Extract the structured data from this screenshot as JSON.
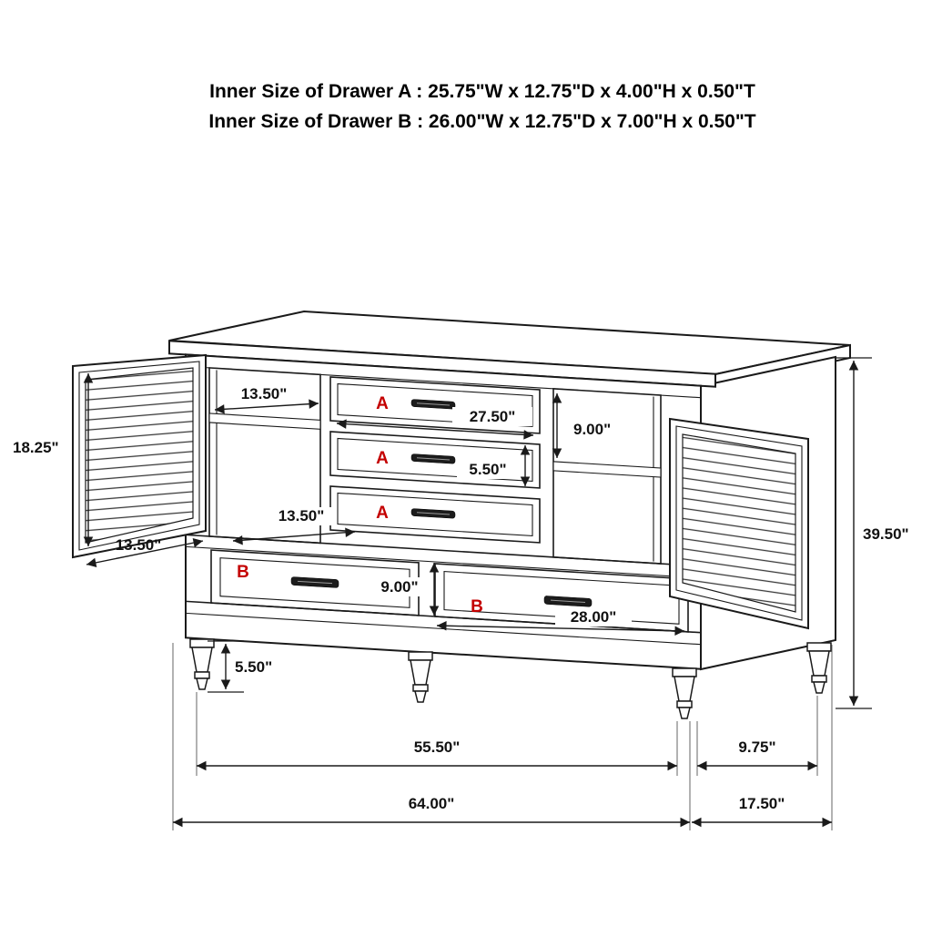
{
  "title": {
    "line1": "Inner Size of Drawer A : 25.75\"W x 12.75\"D x 4.00\"H x 0.50\"T",
    "line2": "Inner Size of Drawer B : 26.00\"W x 12.75\"D x 7.00\"H x 0.50\"T"
  },
  "markers": {
    "a": "A",
    "b": "B"
  },
  "dimensions": {
    "shelf_width": "13.50\"",
    "door_height": "18.25\"",
    "door_width": "13.50\"",
    "lower_compartment_width": "13.50\"",
    "top_drawer_width": "27.50\"",
    "right_compartment_height": "9.00\"",
    "middle_drawer_height": "5.50\"",
    "bottom_drawer_height": "9.00\"",
    "bottom_drawer_width": "28.00\"",
    "overall_height": "39.50\"",
    "leg_height": "5.50\"",
    "front_leg_span": "55.50\"",
    "side_leg_span": "9.75\"",
    "overall_width": "64.00\"",
    "overall_depth": "17.50\""
  },
  "colors": {
    "marker_red": "#c40000",
    "line": "#1a1a1a"
  }
}
